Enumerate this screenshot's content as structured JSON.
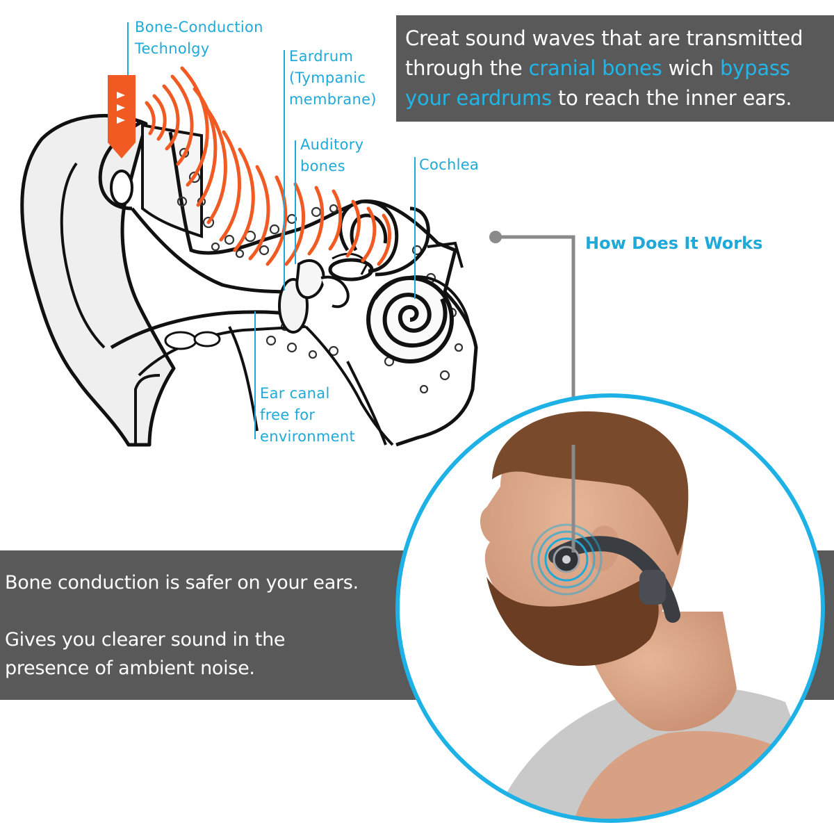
{
  "labels": {
    "bone_conduction": [
      "Bone-Conduction",
      "Technolgy"
    ],
    "eardrum": [
      "Eardrum",
      "(Tympanic",
      "membrane)"
    ],
    "auditory_bones": [
      "Auditory",
      "bones"
    ],
    "cochlea": "Cochlea",
    "ear_canal": [
      "Ear canal",
      "free for",
      "environment"
    ]
  },
  "top_banner": {
    "line1": "Creat sound waves that are transmitted",
    "line2_pre": "through the ",
    "line2_hl1": "cranial bones",
    "line2_mid": " wich ",
    "line2_hl2": "bypass",
    "line3_hl": "your eardrums",
    "line3_post": " to reach the inner ears."
  },
  "how_it_works": "How Does It Works",
  "bottom_banner": {
    "line1": "Bone conduction is safer on your ears.",
    "line2": "Gives you clearer sound in the",
    "line3": "presence of ambient noise."
  },
  "colors": {
    "accent_blue": "#1fa9d8",
    "wave_orange": "#f15a22",
    "banner_gray": "#595959",
    "line_gray": "#8a8a8a"
  },
  "icons": [
    "ear-anatomy-illustration",
    "sound-wave-icon",
    "bone-conduction-headset",
    "man-profile-photo"
  ]
}
